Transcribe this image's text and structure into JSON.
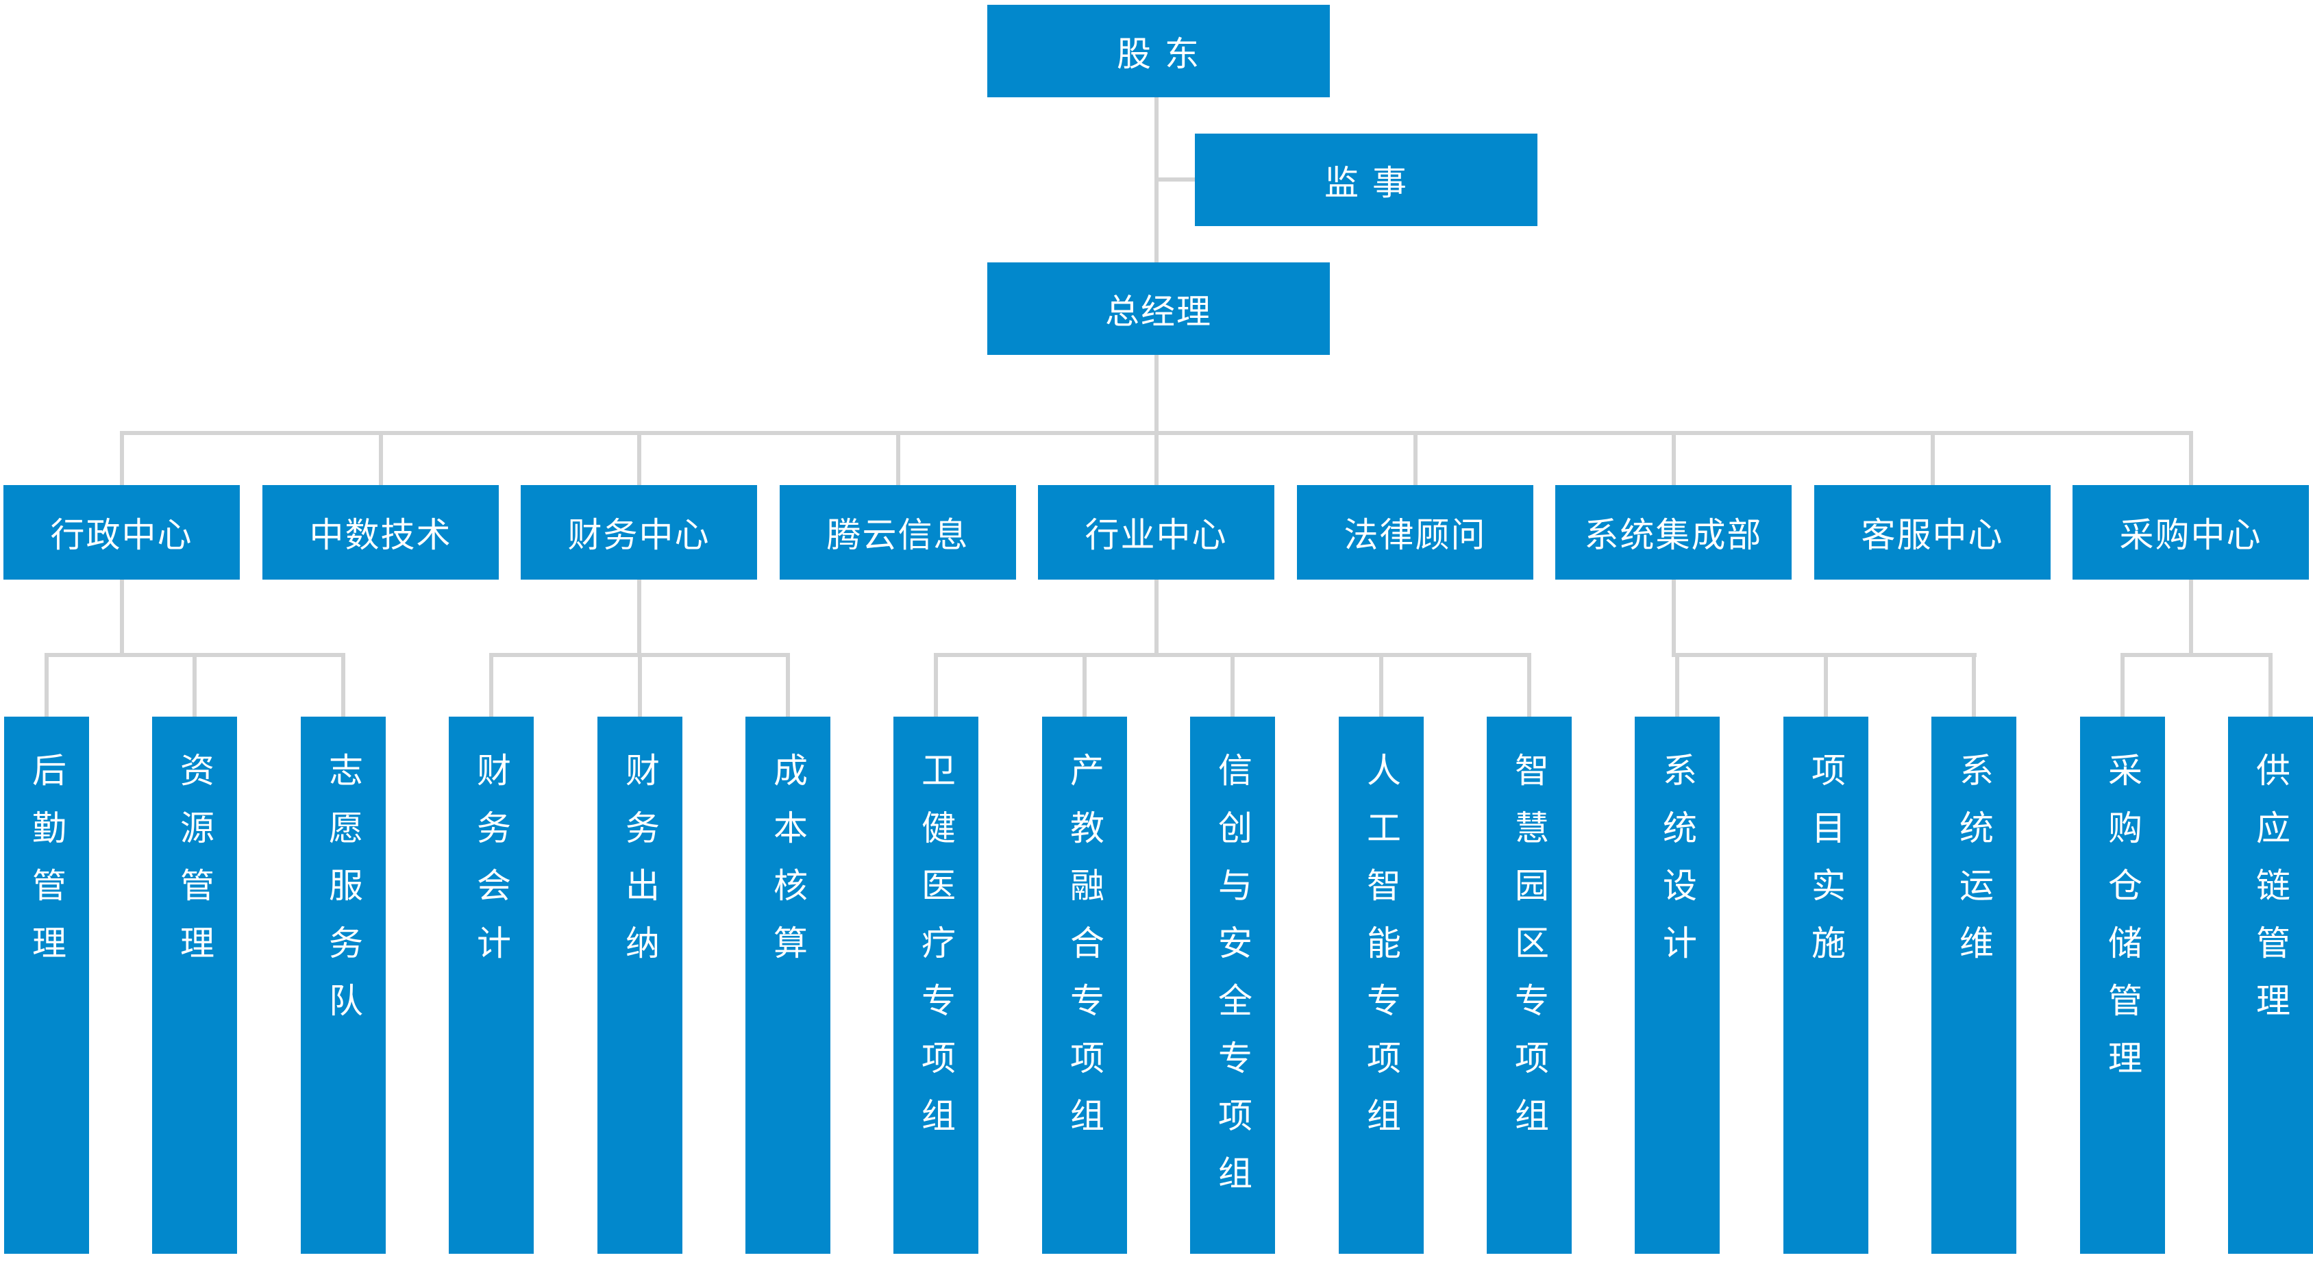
{
  "top": {
    "shareholders": "股 东",
    "supervisor": "监 事",
    "general_manager": "总经理"
  },
  "departments": [
    {
      "id": "admin",
      "label": "行政中心",
      "groups": [
        "后勤管理",
        "资源管理",
        "志愿服务队"
      ]
    },
    {
      "id": "zhongshu",
      "label": "中数技术",
      "groups": []
    },
    {
      "id": "finance",
      "label": "财务中心",
      "groups": [
        "财务会计",
        "财务出纳",
        "成本核算"
      ]
    },
    {
      "id": "tengyun",
      "label": "腾云信息",
      "groups": []
    },
    {
      "id": "industry",
      "label": "行业中心",
      "groups": [
        "卫健医疗专项组",
        "产教融合专项组",
        "信创与安全专项组",
        "人工智能专项组",
        "智慧园区专项组"
      ]
    },
    {
      "id": "legal",
      "label": "法律顾问",
      "groups": []
    },
    {
      "id": "integration",
      "label": "系统集成部",
      "groups": [
        "系统设计",
        "项目实施",
        "系统运维"
      ]
    },
    {
      "id": "service",
      "label": "客服中心",
      "groups": []
    },
    {
      "id": "purchasing",
      "label": "采购中心",
      "groups": [
        "采购仓储管理",
        "供应链管理"
      ]
    }
  ],
  "colors": {
    "box": "#0288cc",
    "text": "#ffffff",
    "connector": "#d4d4d4"
  }
}
